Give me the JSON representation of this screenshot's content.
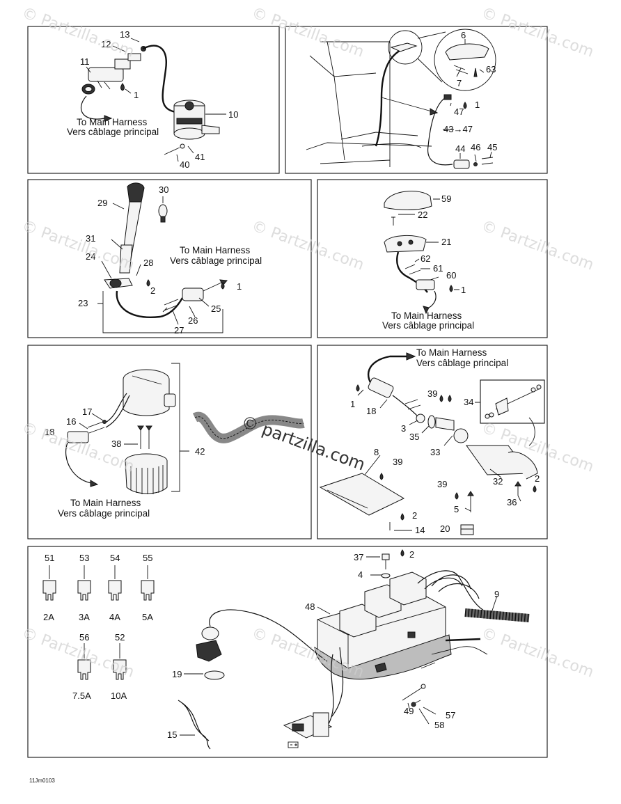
{
  "watermark": {
    "text": "© Partzilla.com",
    "center_text": "© partzilla.com"
  },
  "footer": {
    "code": "11Jm0103"
  },
  "panels": {
    "bilge_pump": {
      "callouts": [
        "13",
        "12",
        "11",
        "1",
        "10",
        "41",
        "40"
      ],
      "harness_en": "To Main Harness",
      "harness_fr": "Vers câblage principal"
    },
    "courtesy_light": {
      "callouts": [
        "6",
        "63",
        "7",
        "47",
        "1",
        "43→47",
        "44",
        "46",
        "45"
      ]
    },
    "nav_light_pole": {
      "callouts": [
        "30",
        "29",
        "31",
        "24",
        "28",
        "2",
        "23",
        "27",
        "26",
        "25",
        "1"
      ],
      "harness_en": "To Main Harness",
      "harness_fr": "Vers câblage principal"
    },
    "bow_light": {
      "callouts": [
        "59",
        "22",
        "21",
        "62",
        "61",
        "60",
        "1"
      ],
      "harness_en": "To Main Harness",
      "harness_fr": "Vers câblage principal"
    },
    "blower": {
      "callouts": [
        "17",
        "16",
        "18",
        "38",
        "42"
      ],
      "harness_en": "To Main Harness",
      "harness_fr": "Vers câblage principal"
    },
    "trim_sender": {
      "callouts": [
        "1",
        "18",
        "39",
        "3",
        "35",
        "33",
        "34",
        "8",
        "39",
        "32",
        "2",
        "39",
        "36",
        "5",
        "2",
        "14",
        "20"
      ],
      "harness_en": "To Main Harness",
      "harness_fr": "Vers câblage principal"
    },
    "fuse_box": {
      "fuses": [
        {
          "num": "51",
          "rating": "2A"
        },
        {
          "num": "53",
          "rating": "3A"
        },
        {
          "num": "54",
          "rating": "4A"
        },
        {
          "num": "55",
          "rating": "5A"
        },
        {
          "num": "56",
          "rating": "7.5A"
        },
        {
          "num": "52",
          "rating": "10A"
        }
      ],
      "callouts": [
        "37",
        "2",
        "4",
        "48",
        "9",
        "19",
        "57",
        "58",
        "49",
        "15"
      ]
    }
  }
}
